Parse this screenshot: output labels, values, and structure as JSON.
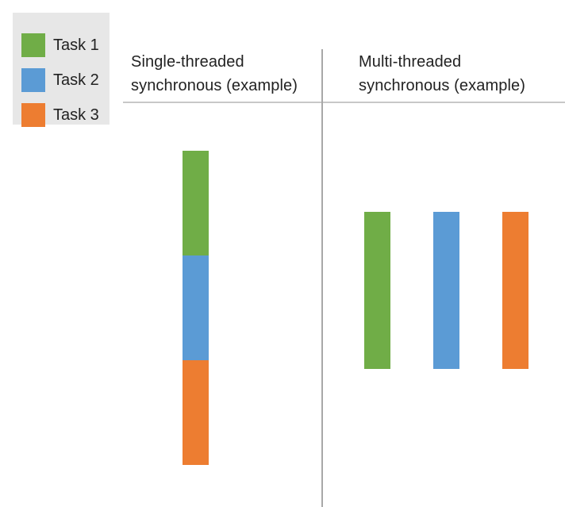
{
  "legend": {
    "items": [
      {
        "label": "Task 1",
        "color": "#70ad47"
      },
      {
        "label": "Task 2",
        "color": "#5b9bd5"
      },
      {
        "label": "Task 3",
        "color": "#ed7d31"
      }
    ]
  },
  "columns": {
    "single": {
      "title_line1": "Single-threaded",
      "title_line2": "synchronous (example)"
    },
    "multi": {
      "title_line1": "Multi-threaded",
      "title_line2": "synchronous (example)"
    }
  }
}
